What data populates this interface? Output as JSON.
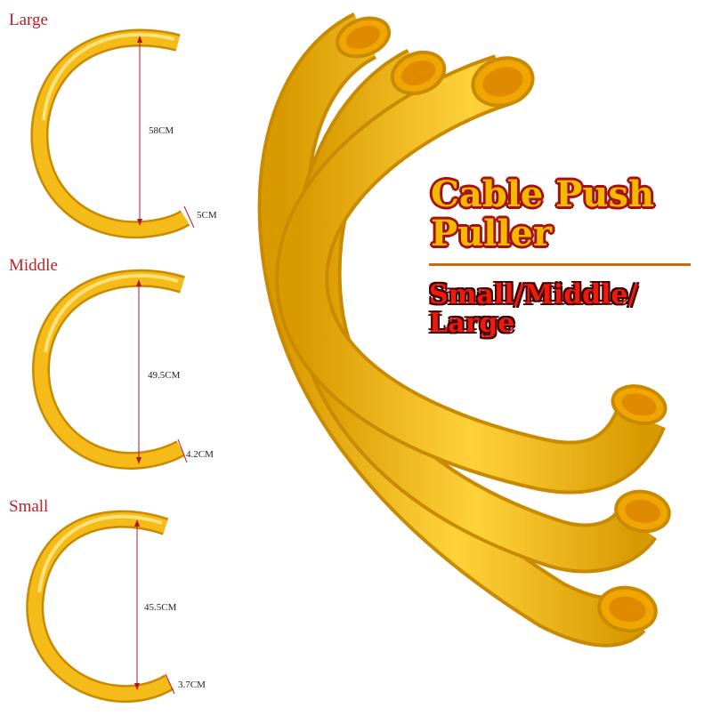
{
  "title": {
    "line1": "Cable Push",
    "line2": "Puller"
  },
  "subtitle": {
    "line1": "Small/Middle/",
    "line2": "Large"
  },
  "sizes": [
    {
      "name": "Large",
      "length": "58CM",
      "diameter": "5CM"
    },
    {
      "name": "Middle",
      "length": "49.5CM",
      "diameter": "4.2CM"
    },
    {
      "name": "Small",
      "length": "45.5CM",
      "diameter": "3.7CM"
    }
  ],
  "colors": {
    "pipe": "#f2b410",
    "pipe_shade": "#c98a00",
    "title_fill": "#f5b800",
    "title_outline": "#a3120e",
    "subtitle": "#f01a0c",
    "label": "#c0202a"
  }
}
